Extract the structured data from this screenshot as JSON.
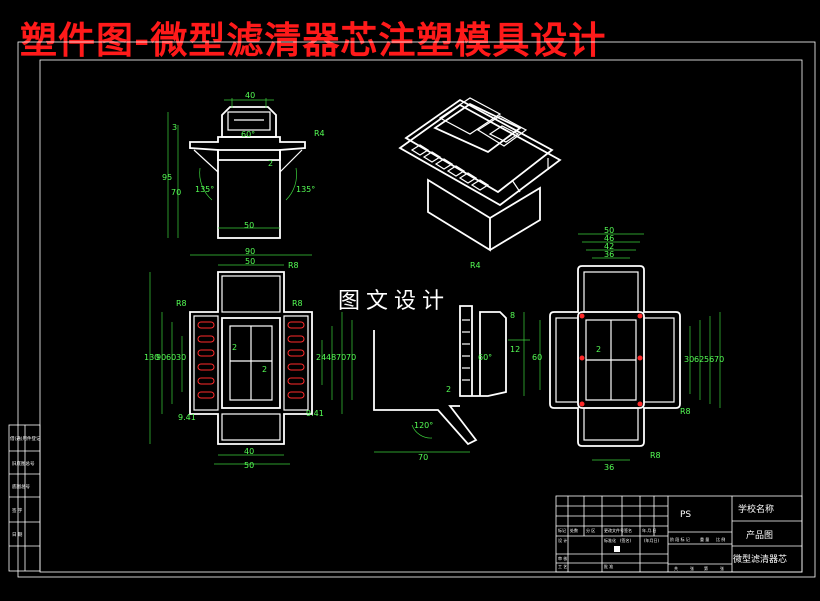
{
  "header": {
    "title": "塑件图-微型滤清器芯注塑模具设计"
  },
  "watermark": {
    "text": "图文设计"
  },
  "left_strip": {
    "labels": [
      "借(通)用件登记",
      "旧底图总号",
      "底图总号",
      "签 字",
      "日 期"
    ]
  },
  "title_block": {
    "material": "PS",
    "school": "学校名称",
    "drawing_name": "产品图",
    "part_name": "微型滤清器芯",
    "row_labels": [
      "标记",
      "处数",
      "分 区",
      "更改文件号",
      "签名",
      "年.月.日"
    ],
    "left_labels": [
      "设 计",
      "审 核",
      "工 艺",
      "批 准"
    ],
    "mid_labels": [
      "标准化",
      "(签名)",
      "(年月日)"
    ],
    "stage_labels": [
      "阶 段 标 记",
      "重 量",
      "比 例"
    ],
    "sheet_labels": [
      "共",
      "张",
      "第",
      "张"
    ]
  },
  "dimensions": {
    "top_view": [
      "40",
      "60°",
      "R4",
      "2",
      "95",
      "70",
      "135°",
      "135°",
      "50",
      "3"
    ],
    "front_view": [
      "90",
      "50",
      "R8",
      "R8",
      "R8",
      "130",
      "90",
      "60",
      "30",
      "24",
      "48",
      "70",
      "2",
      "2",
      "9.41",
      "9.41",
      "40",
      "50"
    ],
    "section_view": [
      "R4",
      "70",
      "8",
      "12",
      "60",
      "60°",
      "2",
      "120°",
      "70"
    ],
    "right_view": [
      "50",
      "46",
      "42",
      "36",
      "2",
      "30",
      "62",
      "56",
      "70",
      "R8",
      "36",
      "R8"
    ]
  },
  "colors": {
    "title": "#ff1a1a",
    "lines": "#ffffff",
    "dimensions": "#3cd23c",
    "background": "#000000",
    "slots": "#ff2a2a"
  }
}
